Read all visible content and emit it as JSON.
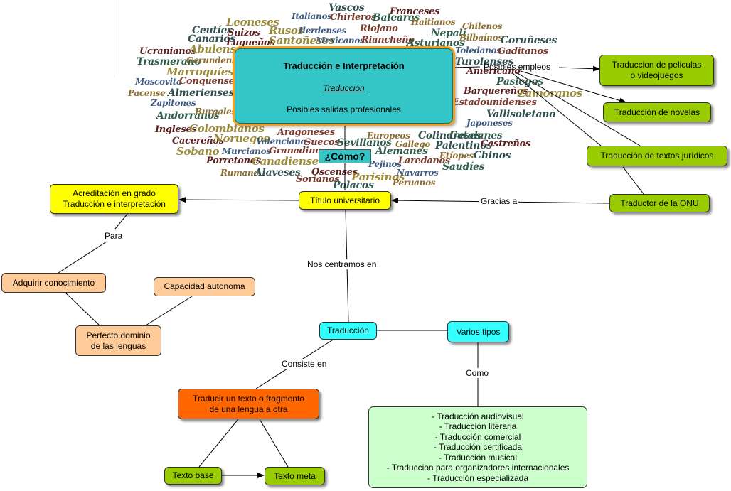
{
  "colors": {
    "yellow": "#ffff00",
    "green": "#99cc00",
    "cyan": "#33ffff",
    "peach": "#ffcc99",
    "orange": "#ff6600",
    "mint": "#ccffcc",
    "teal": "#34c6c6"
  },
  "wordcloud": [
    "Vascos",
    "Franceses",
    "Leoneses",
    "Italianos",
    "Chirleros",
    "Baleares",
    "Haitianos",
    "Ceutíes",
    "Suizos",
    "Rusos",
    "Ilerdenses",
    "Riojano",
    "Nepalí",
    "Chilenos",
    "Canarios",
    "Lugueños",
    "Santoñeses",
    "Mexicanos",
    "Riancheño",
    "Asturianos",
    "Bilbaínos",
    "Coruñeses",
    "Ucranianos",
    "Abulenses",
    "Toledanos",
    "Gaditanos",
    "Trasmerano",
    "Gerundenses",
    "Turolenses",
    "Americano",
    "Marroquíes",
    "Moscovita",
    "Conquense",
    "Pasiegos",
    "Pacense",
    "Almerienses",
    "Barquereños",
    "Zamoranos",
    "Zapitones",
    "Estadounidenses",
    "Andorranos",
    "Burgaleses",
    "Vallisoletano",
    "Ingleses",
    "Colombianos",
    "Japoneses",
    "Aragoneses",
    "Catalanes",
    "Europeos",
    "Colindreses",
    "Cacereños",
    "Noruegos",
    "Valenciano",
    "Suecos",
    "Sevillanos",
    "Gallego",
    "Palentinos",
    "Castreños",
    "Sobano",
    "Murcianos",
    "Granadinos",
    "Alemanes",
    "Etíopes",
    "Chinos",
    "Porretones",
    "Canadiense",
    "Pejinos",
    "Laredanos",
    "Saudíes",
    "Rumano",
    "Alaveses",
    "Oscenses",
    "Parisinos",
    "Navarros",
    "Sorianos",
    "Polacos",
    "Peruanos"
  ],
  "main": {
    "title": "Traducción e Interpretación",
    "subtitle": "Traducción",
    "caption": "Posibles salidas profesionales"
  },
  "como": "¿Cómo?",
  "nodes": {
    "acreditacion": "Acreditación en grado\nTraducción e interpretación",
    "titulo": "Título universitario",
    "adquirir": "Adquirir conocimiento",
    "capacidad": "Capacidad autonoma",
    "perfecto": "Perfecto dominio\nde las lenguas",
    "traduccion": "Traducción",
    "varios": "Varios tipos",
    "traducir": "Traducir un texto o fragmento\nde una lengua a otra",
    "texto_base": "Texto base",
    "texto_meta": "Texto meta",
    "tipos": "- Traducción audiovisual\n- Traducción literaria\n- Traducción comercial\n- Traducción certificada\n- Traducción musical\n- Traduccion para organizadores internacionales\n- Traducción especializada",
    "peliculas": "Traduccion de peliculas\no videojuegos",
    "novelas": "Traducción de novelas",
    "juridicos": "Traducción de textos jurídicos",
    "onu": "Traductor de la ONU"
  },
  "links": {
    "posibles_empleos": "Posibles empleos",
    "gracias_a": "Gracias a",
    "para": "Para",
    "nos_centramos": "Nos centramos en",
    "consiste_en": "Consiste en",
    "como": "Como"
  }
}
